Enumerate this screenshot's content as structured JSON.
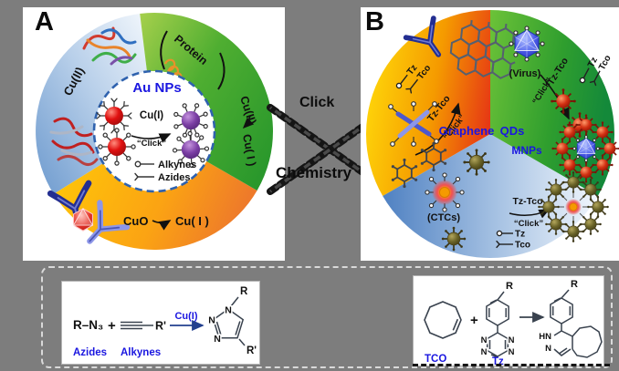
{
  "panel_a": {
    "label": "A",
    "ring": {
      "cu2_left": "Cu(II)",
      "protein": "Protein",
      "cu2_right": "Cu(II)",
      "cu1_right": "Cu( I )",
      "cuo": "CuO",
      "cu1_bottom": "Cu( I )"
    },
    "core": {
      "title": "Au NPs",
      "catalyst": "Cu(I)",
      "click": "“Click”",
      "alkynes": "Alkynes",
      "azides": "Azides"
    }
  },
  "linker": {
    "click": "Click",
    "chemistry": "Chemistry"
  },
  "panel_b": {
    "label": "B",
    "labels": {
      "graphene": "Graphene",
      "qds": "QDs",
      "mnps": "MNPs",
      "virus": "(Virus)",
      "ctcs": "(CTCs)"
    },
    "sector_left": {
      "tz": "Tz",
      "tco": "Tco",
      "tztco": "Tz-Tco",
      "click": "“Click”"
    },
    "sector_right": {
      "tz": "Tz",
      "tco": "Tco",
      "tztco": "Tz-Tco",
      "click": "“Click”"
    },
    "sector_bottom": {
      "tztco": "Tz-Tco",
      "click": "“Click”",
      "tz": "Tz",
      "tco": "Tco"
    }
  },
  "reaction_left": {
    "azide": "R–N₃",
    "plus": "+",
    "alkyne_r": "R'",
    "catalyst": "Cu(I)",
    "azides": "Azides",
    "alkynes": "Alkynes",
    "n1": "N",
    "n2": "N",
    "n3": "N",
    "r": "R",
    "rp": "R'"
  },
  "reaction_right": {
    "plus": "+",
    "r1": "R",
    "r2": "R",
    "hn": "HN",
    "n": "N",
    "n_tl": "N",
    "n_tr": "N",
    "n_bl": "N",
    "n_br": "N",
    "tco": "TCO",
    "tz": "Tz"
  },
  "colors": {
    "background": "#7d7d7d",
    "blue_text": "#1a16e0",
    "sector_green": "#2f9e2e",
    "sector_yellow": "#ffc808",
    "sector_orange": "#ee7a2a",
    "sector_blue": "#6f9cd4",
    "sector_red": "#e63914",
    "np_red": "#e01010",
    "np_purple": "#7c3fa5",
    "mnp_olive": "#6b6428"
  }
}
